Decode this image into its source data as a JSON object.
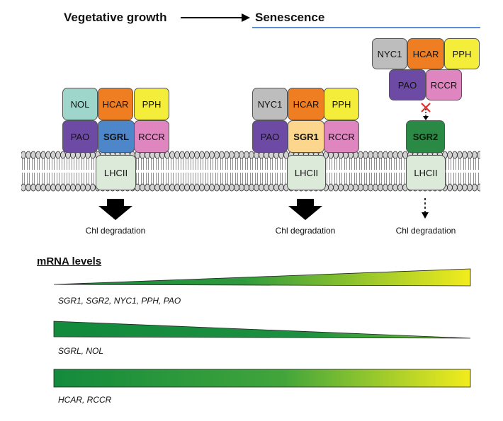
{
  "header": {
    "left": "Vegetative growth",
    "right": "Senescence"
  },
  "complexes": {
    "c1": [
      "NOL",
      "HCAR",
      "PPH",
      "PAO",
      "SGRL",
      "RCCR"
    ],
    "c2": [
      "NYC1",
      "HCAR",
      "PPH",
      "PAO",
      "SGR1",
      "RCCR"
    ],
    "c3": [
      "NYC1",
      "HCAR",
      "PPH",
      "PAO",
      "RCCR",
      "SGR2"
    ],
    "lhc": "LHCII"
  },
  "degradation_label": "Chl degradation",
  "mrna": {
    "title": "mRNA levels",
    "rows": [
      {
        "genes": "SGR1, SGR2, NYC1, PPH, PAO"
      },
      {
        "genes": "SGRL, NOL"
      },
      {
        "genes": "HCAR, RCCR"
      }
    ]
  },
  "colors": {
    "teal": "#9fd6cb",
    "orange": "#ef7d22",
    "yellow": "#f4ed3a",
    "purple": "#6d4aa3",
    "blue": "#4d86c9",
    "pink": "#df86c1",
    "gray": "#bdbdbd",
    "lightorange": "#fbd68c",
    "darkgreen": "#2a8a45",
    "lhcii": "#dcebd9",
    "green_grad_start": "#138a3c",
    "green_grad_end": "#f2ec1d",
    "blue_line": "#5a8fd6",
    "x_mark": "#e03030"
  }
}
